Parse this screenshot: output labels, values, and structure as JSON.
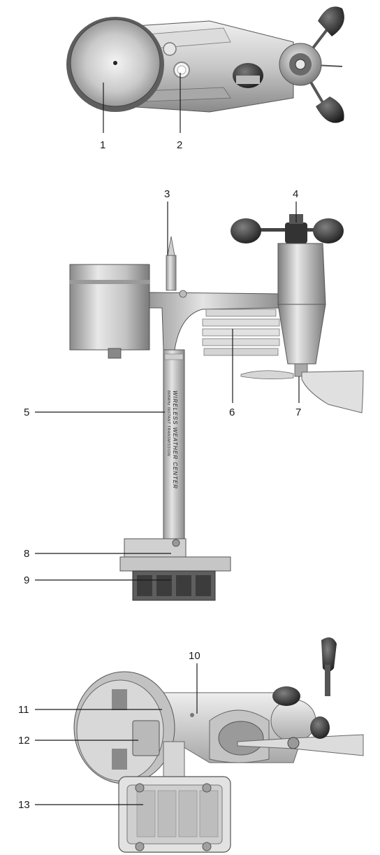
{
  "callouts": {
    "c1": "1",
    "c2": "2",
    "c3": "3",
    "c4": "4",
    "c5": "5",
    "c6": "6",
    "c7": "7",
    "c8": "8",
    "c9": "9",
    "c10": "10",
    "c11": "11",
    "c12": "12",
    "c13": "13"
  },
  "mast_text": {
    "line1": "WIRELESS WEATHER CENTER",
    "line2": "868MHz INSTANT TRANSMISSION"
  },
  "colors": {
    "metal_light": "#e6e6e6",
    "metal_mid": "#b5b5b5",
    "metal_dark": "#6e6e6e",
    "cup_dark": "#2a2a2a",
    "line": "#1a1a1a"
  }
}
